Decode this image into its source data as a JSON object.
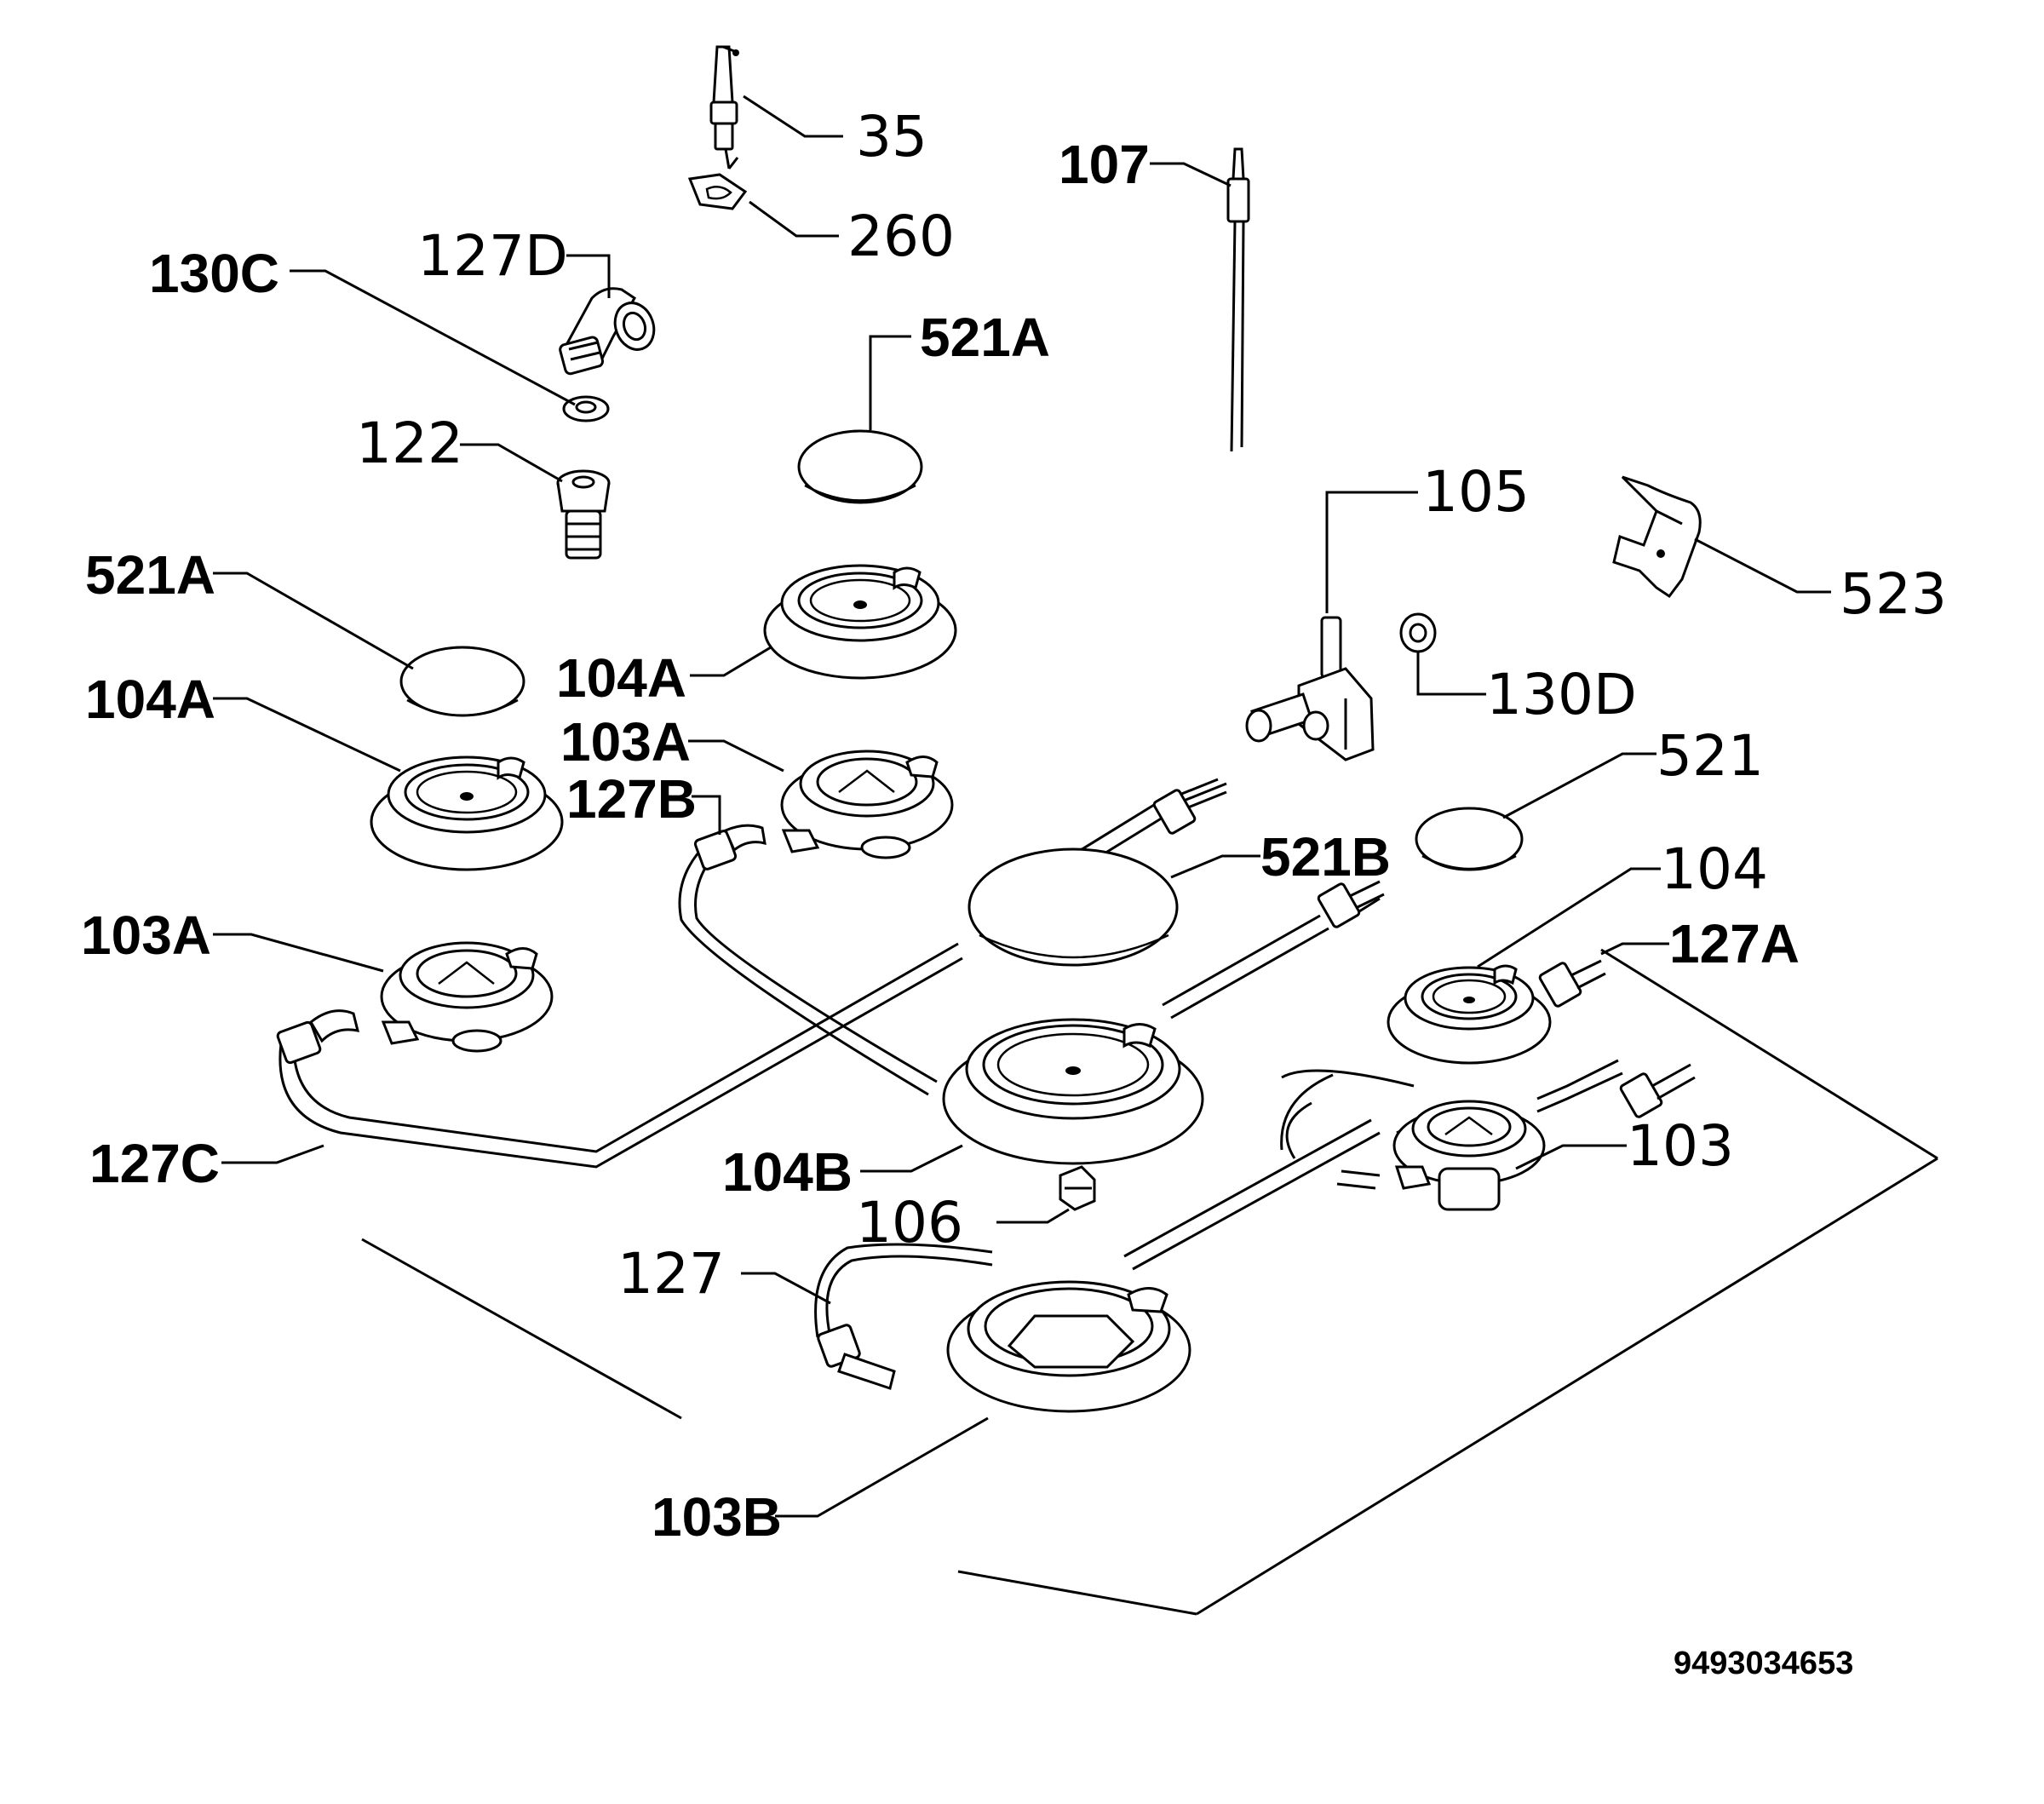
{
  "document_number": "9493034653",
  "callouts": {
    "p35": "35",
    "p260": "260",
    "p107": "107",
    "p130C": "130C",
    "p127D": "127D",
    "p521A_top": "521A",
    "p122": "122",
    "p105": "105",
    "p523": "523",
    "p521A_left": "521A",
    "p104A_center": "104A",
    "p130D": "130D",
    "p104A_left": "104A",
    "p103A_center": "103A",
    "p521": "521",
    "p127B": "127B",
    "p521B": "521B",
    "p104": "104",
    "p103A_left": "103A",
    "p127A": "127A",
    "p103": "103",
    "p127C": "127C",
    "p104B": "104B",
    "p106": "106",
    "p127": "127",
    "p103B": "103B"
  }
}
